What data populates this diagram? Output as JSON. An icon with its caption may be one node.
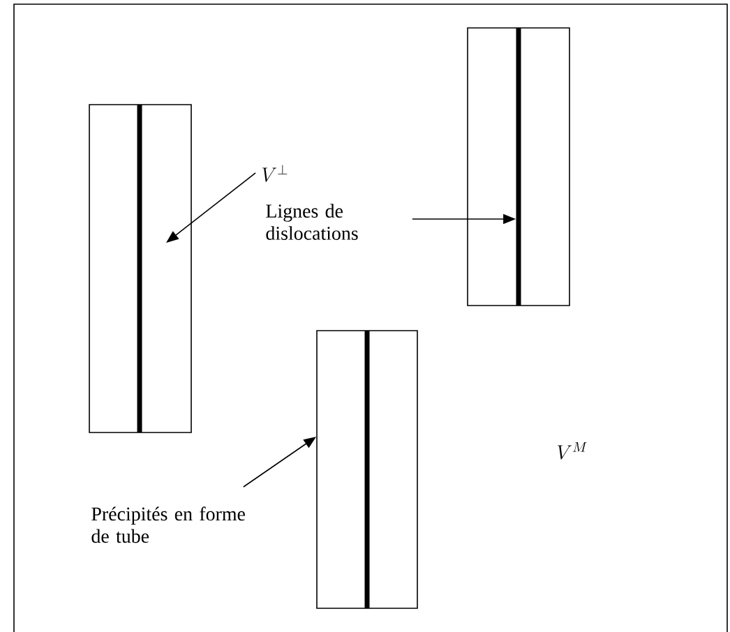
{
  "diagram": {
    "nodes": [
      {
        "text": [],
        "shape": "box"
      },
      {
        "text": [],
        "shape": "box"
      },
      {
        "text": [],
        "shape": "box"
      },
      {
        "text": [
          "V^{\\perp}"
        ]
      },
      {
        "text": [
          "Lignes de dislocations"
        ]
      },
      {
        "text": [],
        "shape": "bar",
        "in": 1
      },
      {
        "text": [
          "Précipités en forme de tube"
        ]
      }
    ],
    "edges": [
      {
        "from": 3,
        "to": 0,
        "arrow": "to"
      },
      {
        "from": 4,
        "to": 5,
        "arrow": "to"
      },
      {
        "from": 6,
        "to": 2,
        "arrow": "to"
      }
    ],
    "labels": [
      "V^{M}"
    ]
  }
}
